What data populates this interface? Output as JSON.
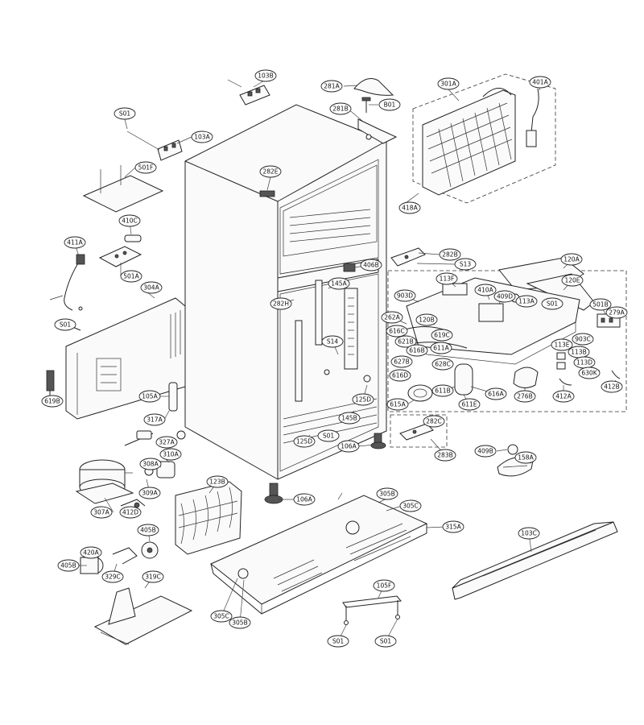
{
  "labels": {
    "l103B": "103B",
    "l281A": "281A",
    "l301A": "301A",
    "l401A": "401A",
    "lS01a": "S01",
    "l281B": "281B",
    "lB01": "B01",
    "l103A": "103A",
    "l501F": "501F",
    "l282E": "282E",
    "l418A": "418A",
    "l410C": "410C",
    "l411A": "411A",
    "l501A": "501A",
    "l282B": "282B",
    "lS13": "S13",
    "l120A": "120A",
    "l304A": "304A",
    "l406B": "406B",
    "l113F": "113F",
    "l120E": "120E",
    "l145A": "145A",
    "l903D": "903D",
    "l410A": "410A",
    "l409D": "409D",
    "l113A": "113A",
    "lS01b": "S01",
    "l501B": "501B",
    "l282H": "282H",
    "l262A": "262A",
    "l120B": "120B",
    "l279A": "279A",
    "lS01c": "S01",
    "l616C": "616C",
    "l619C": "619C",
    "l903C": "903C",
    "lS14": "S14",
    "l621B": "621B",
    "l616B": "616B",
    "l611A": "611A",
    "l113E": "113E",
    "l113B": "113B",
    "l113D": "113D",
    "l627B": "627B",
    "l628C": "628C",
    "l630K": "630K",
    "l616D": "616D",
    "l611B": "611B",
    "l616A": "616A",
    "l276B": "276B",
    "l412A": "412A",
    "l412B": "412B",
    "l619B": "619B",
    "l105A": "105A",
    "l125D": "125D",
    "l615A": "615A",
    "l611E": "611E",
    "l145B": "145B",
    "l317A": "317A",
    "l282C": "282C",
    "l327A": "327A",
    "l125Da": "125D",
    "lS01d": "S01",
    "l106Aa": "106A",
    "l283B": "283B",
    "l409B": "409B",
    "l158A": "158A",
    "l308A": "308A",
    "l310A": "310A",
    "l309A": "309A",
    "l412D": "412D",
    "l307A": "307A",
    "l123B": "123B",
    "l106Ab": "106A",
    "l305B": "305B",
    "l305C": "305C",
    "l315A": "315A",
    "l103C": "103C",
    "l405B": "405B",
    "l420A": "420A",
    "l405Ba": "405B",
    "l329C": "329C",
    "l319C": "319C",
    "l105F": "105F",
    "l305Ca": "305C",
    "l305Ba": "305B",
    "lS01e": "S01",
    "lS01f": "S01"
  }
}
